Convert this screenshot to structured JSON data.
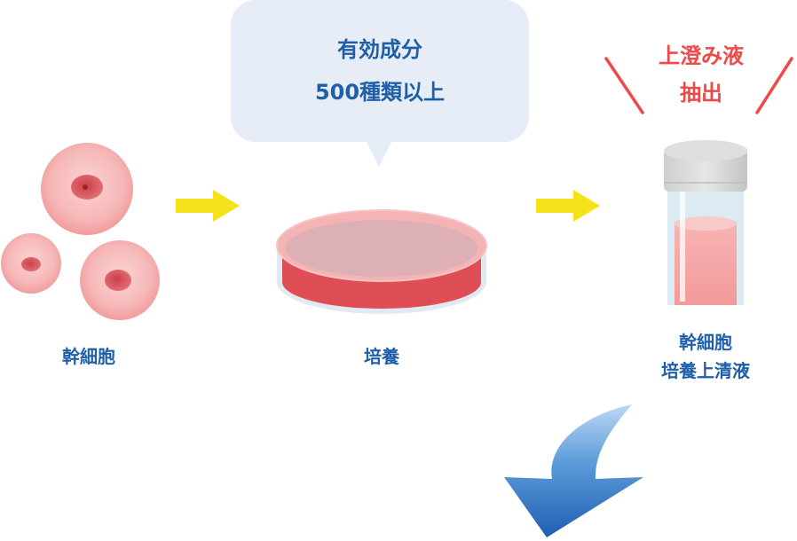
{
  "bubble": {
    "line1": "有効成分",
    "line2": "500種類以上"
  },
  "extract": {
    "line1": "上澄み液",
    "line2": "抽出"
  },
  "labels": {
    "stem_cells": "幹細胞",
    "culture": "培養",
    "supernatant_line1": "幹細胞",
    "supernatant_line2": "培養上清液"
  },
  "colors": {
    "label_blue": "#1f5fa8",
    "bubble_fill": "#e6edf6",
    "arrow_yellow": "#f5e11a",
    "accent_red": "#ee4a4a",
    "cell_pink": "#f6b3b3",
    "down_arrow_blue": "#2f78c8"
  }
}
